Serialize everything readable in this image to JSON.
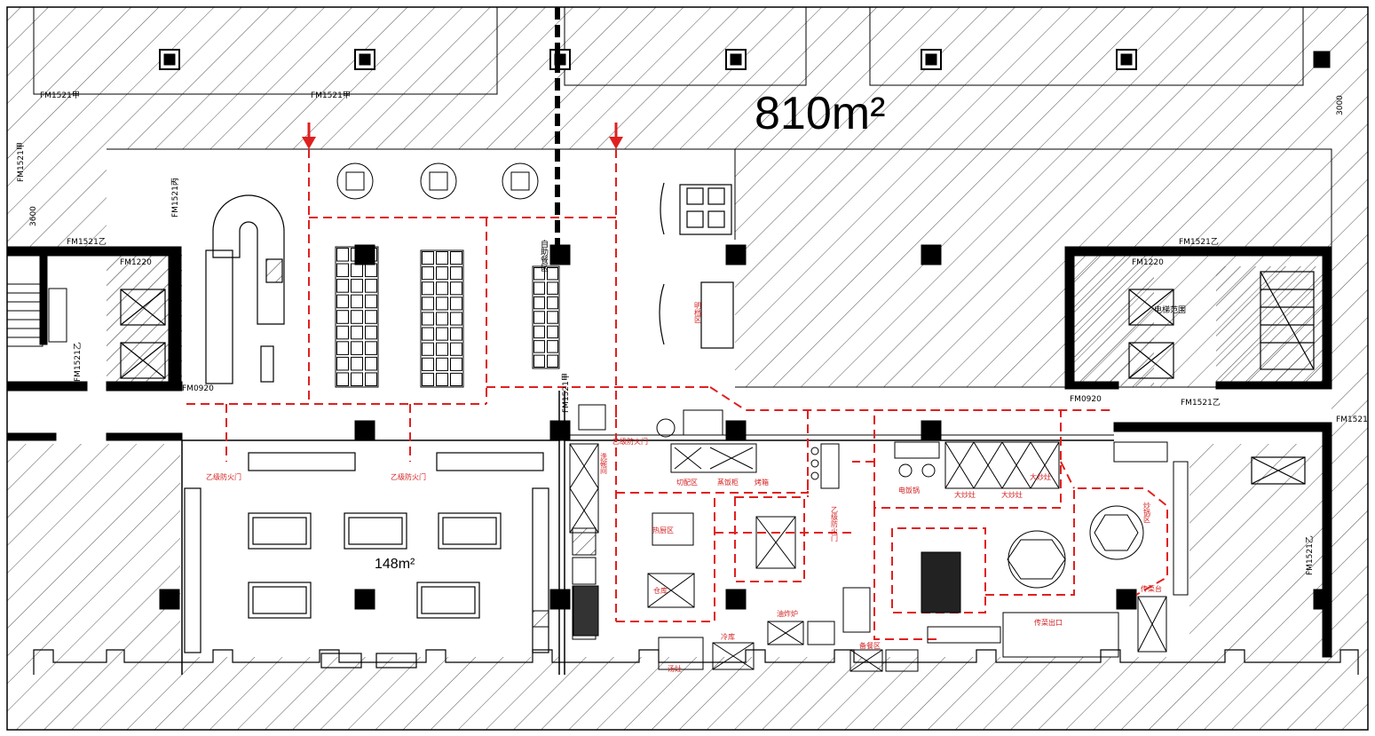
{
  "plan": {
    "total_area": "810m²",
    "dining_area": "148m²",
    "dimension_3000": "3000",
    "dimension_3600": "3600"
  },
  "door_labels": {
    "fm1521_jia_1": "FM1521甲",
    "fm1521_jia_2": "FM1521甲",
    "fm1521_jia_left": "FM1521甲",
    "fm1521_mid": "FM1521甲",
    "fm1521_bing_left": "FM1521丙",
    "fm1521_yi_left": "FM1521乙",
    "fm1220": "FM1220",
    "fm0920": "FM0920",
    "fm1521_yi_left2": "FM1521乙",
    "fm1521_yi_right_top": "FM1521乙",
    "fm1220_right": "FM1220",
    "fm0920_right": "FM0920",
    "fm1521_yi_right_bottom": "FM1521乙",
    "fm1521_right_edge": "FM1521",
    "fm1521_yi_right_side": "FM1521乙"
  },
  "room_labels": {
    "self_service_area": "自助餐区",
    "wait_area": "备餐区",
    "lift_area": "电梯范围",
    "carving_area": "明档区",
    "fire_door_1": "乙级防火门",
    "fire_door_2": "乙级防火门",
    "fire_door_3": "乙级防火门",
    "fire_door_4": "乙级防火门",
    "dishwash": "洗碗间",
    "prep": "切配区",
    "hot_kitchen": "热厨区",
    "steam": "蒸饭柜",
    "oven": "烤箱",
    "hood_1": "大炒灶",
    "hood_2": "大炒灶",
    "hood_3": "大炒灶",
    "ricecooker": "电饭锅",
    "fry": "油炸炉",
    "station": "传菜台",
    "storage": "仓库",
    "cold": "冷库",
    "soup": "汤灶",
    "wok_zone": "炒锅区",
    "dispatch": "传菜出口"
  },
  "colors": {
    "wall": "#000000",
    "hatch": "#555555",
    "route": "#e02020"
  }
}
